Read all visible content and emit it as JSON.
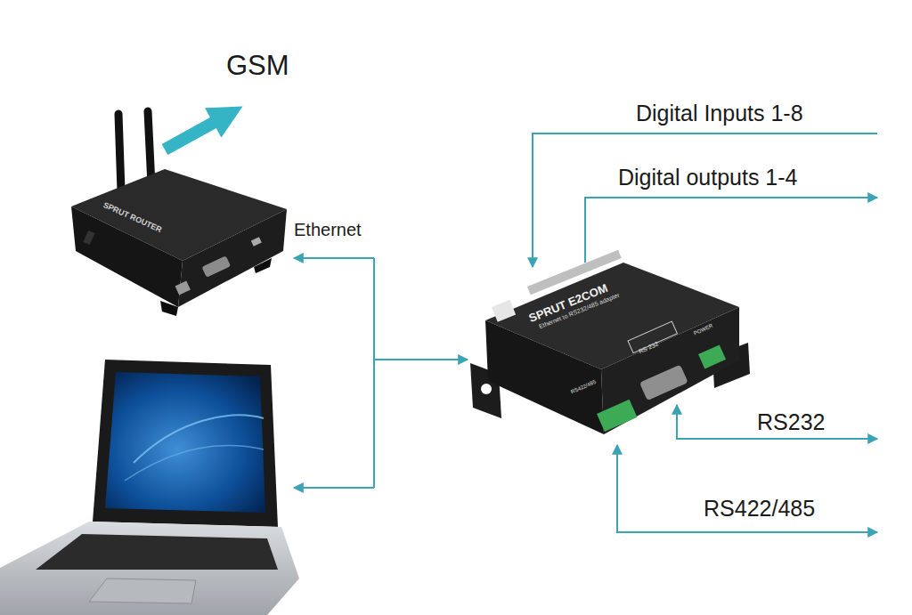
{
  "diagram": {
    "labels": [
      "GSM",
      "Ethernet",
      "Digital Inputs 1-8",
      "Digital outputs 1-4",
      "RS232",
      "RS422/485",
      "SPRUT ROUTER",
      "SPRUT E2COM",
      "Ethernet to RS232/485 adapter",
      "RS 232",
      "POWER",
      "RS422/485"
    ]
  }
}
